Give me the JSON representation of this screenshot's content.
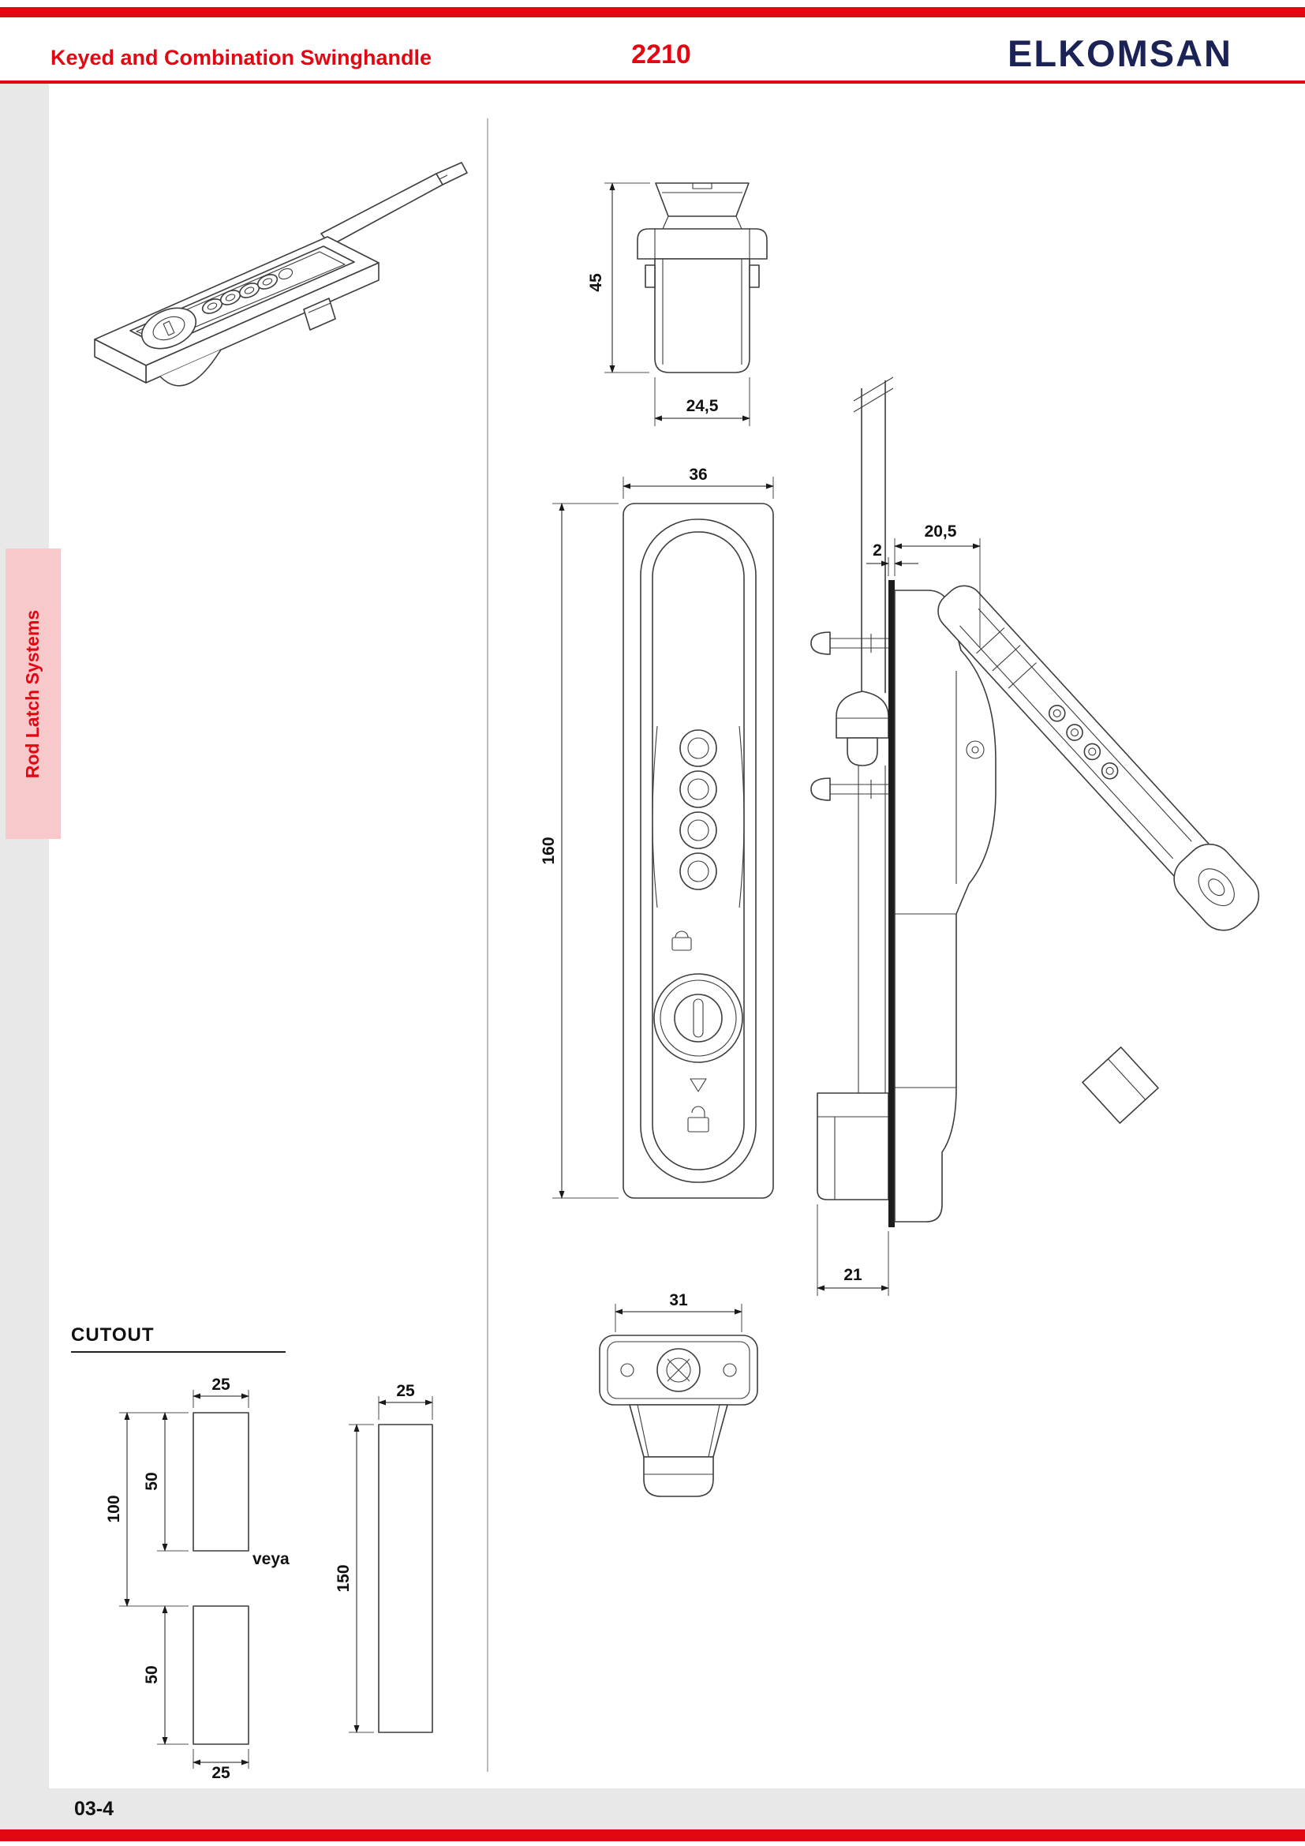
{
  "header": {
    "title": "Keyed and Combination Swinghandle",
    "model": "2210",
    "brand": "ELKOMSAN"
  },
  "sidebar": {
    "tab_label": "Rod Latch Systems"
  },
  "footer": {
    "page_number": "03-4"
  },
  "colors": {
    "accent_red": "#e30613",
    "brand_navy": "#1b2255",
    "band_gray": "#e8e8e8",
    "tab_pink": "#f7c9cb",
    "drawing_line": "#3d3d3d"
  },
  "drawings": {
    "top_view": {
      "dim_height": "45",
      "dim_width": "24,5"
    },
    "front_view": {
      "dim_width": "36",
      "dim_height": "160"
    },
    "side_view": {
      "dim_protrusion": "20,5",
      "dim_panel_thickness": "2",
      "dim_depth": "21"
    },
    "bottom_view": {
      "dim_width": "31"
    },
    "cutout": {
      "title": "CUTOUT",
      "or_label": "veya",
      "double_cutout": {
        "dim_top_width": "25",
        "dim_top_height": "50",
        "dim_pitch": "100",
        "dim_bottom_height": "50",
        "dim_bottom_width": "25"
      },
      "single_cutout": {
        "dim_width": "25",
        "dim_height": "150"
      }
    }
  }
}
